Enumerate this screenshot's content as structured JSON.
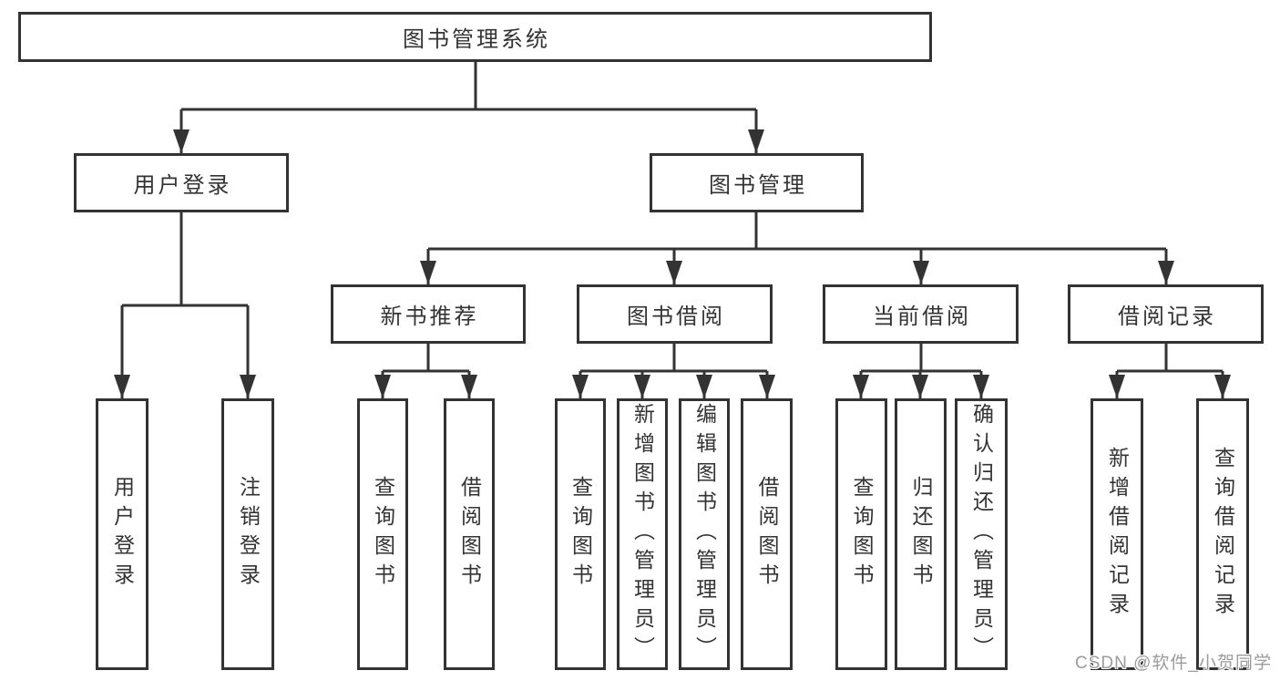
{
  "diagram": {
    "tree": {
      "root": {
        "label": "图书管理系统",
        "children": [
          {
            "label": "用户登录",
            "children": [
              {
                "label": "用户登录"
              },
              {
                "label": "注销登录"
              }
            ]
          },
          {
            "label": "图书管理",
            "children": [
              {
                "label": "新书推荐",
                "children": [
                  {
                    "label": "查询图书"
                  },
                  {
                    "label": "借阅图书"
                  }
                ]
              },
              {
                "label": "图书借阅",
                "children": [
                  {
                    "label": "查询图书"
                  },
                  {
                    "label": "新增图书（管理员）"
                  },
                  {
                    "label": "编辑图书（管理员）"
                  },
                  {
                    "label": "借阅图书"
                  }
                ]
              },
              {
                "label": "当前借阅",
                "children": [
                  {
                    "label": "查询图书"
                  },
                  {
                    "label": "归还图书"
                  },
                  {
                    "label": "确认归还（管理员）"
                  }
                ]
              },
              {
                "label": "借阅记录",
                "children": [
                  {
                    "label": "新增借阅记录"
                  },
                  {
                    "label": "查询借阅记录"
                  }
                ]
              }
            ]
          }
        ]
      }
    },
    "colors": {
      "line": "#333333",
      "text": "#333333",
      "box_bg": "#ffffff",
      "watermark": "#9b9b9b"
    },
    "watermark": "CSDN @软件_小贺同学"
  }
}
